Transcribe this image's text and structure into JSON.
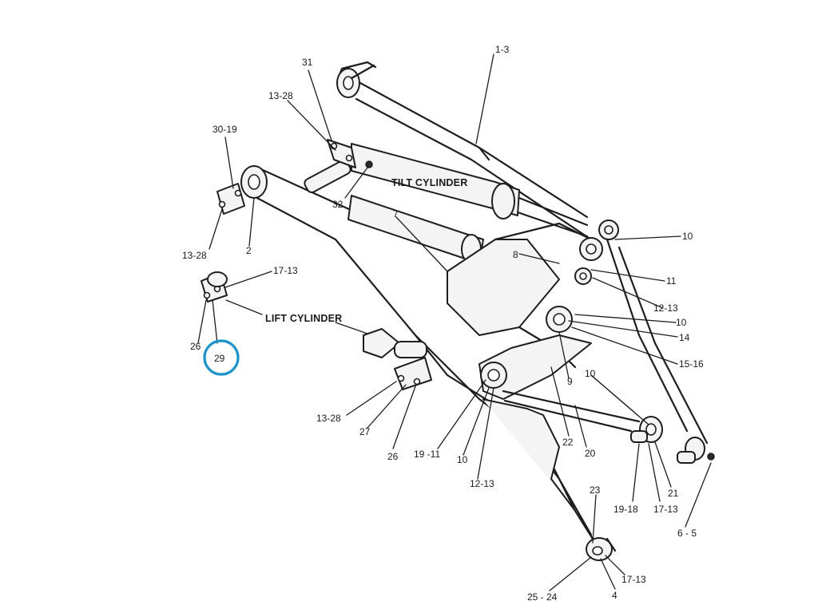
{
  "diagram": {
    "titles": {
      "tilt_cylinder": "TILT CYLINDER",
      "lift_cylinder": "LIFT CYLINDER"
    },
    "callouts": [
      {
        "id": "c-1-3",
        "text": "1-3"
      },
      {
        "id": "c-31",
        "text": "31"
      },
      {
        "id": "c-13-28-a",
        "text": "13-28"
      },
      {
        "id": "c-30-19",
        "text": "30-19"
      },
      {
        "id": "c-32",
        "text": "32"
      },
      {
        "id": "c-7",
        "text": "7"
      },
      {
        "id": "c-13-28-b",
        "text": "13-28"
      },
      {
        "id": "c-2",
        "text": "2"
      },
      {
        "id": "c-17-13-a",
        "text": "17-13"
      },
      {
        "id": "c-8",
        "text": "8"
      },
      {
        "id": "c-10-a",
        "text": "10"
      },
      {
        "id": "c-11",
        "text": "11"
      },
      {
        "id": "c-12-13-a",
        "text": "12-13"
      },
      {
        "id": "c-10-b",
        "text": "10"
      },
      {
        "id": "c-14",
        "text": "14"
      },
      {
        "id": "c-15-16",
        "text": "15-16"
      },
      {
        "id": "c-26-a",
        "text": "26"
      },
      {
        "id": "c-29",
        "text": "29"
      },
      {
        "id": "c-9",
        "text": "9"
      },
      {
        "id": "c-10-c",
        "text": "10"
      },
      {
        "id": "c-13-28-c",
        "text": "13-28"
      },
      {
        "id": "c-27",
        "text": "27"
      },
      {
        "id": "c-26-b",
        "text": "26"
      },
      {
        "id": "c-19-11",
        "text": "19 -11"
      },
      {
        "id": "c-10-d",
        "text": "10"
      },
      {
        "id": "c-22",
        "text": "22"
      },
      {
        "id": "c-20",
        "text": "20"
      },
      {
        "id": "c-12-13-b",
        "text": "12-13"
      },
      {
        "id": "c-19-18",
        "text": "19-18"
      },
      {
        "id": "c-17-13-b",
        "text": "17-13"
      },
      {
        "id": "c-21",
        "text": "21"
      },
      {
        "id": "c-6-5",
        "text": "6 - 5"
      },
      {
        "id": "c-23",
        "text": "23"
      },
      {
        "id": "c-25-24",
        "text": "25 - 24"
      },
      {
        "id": "c-17-13-c",
        "text": "17-13"
      },
      {
        "id": "c-4",
        "text": "4"
      }
    ],
    "highlight_color": "#1c93c9",
    "highlighted_callout": "29"
  }
}
